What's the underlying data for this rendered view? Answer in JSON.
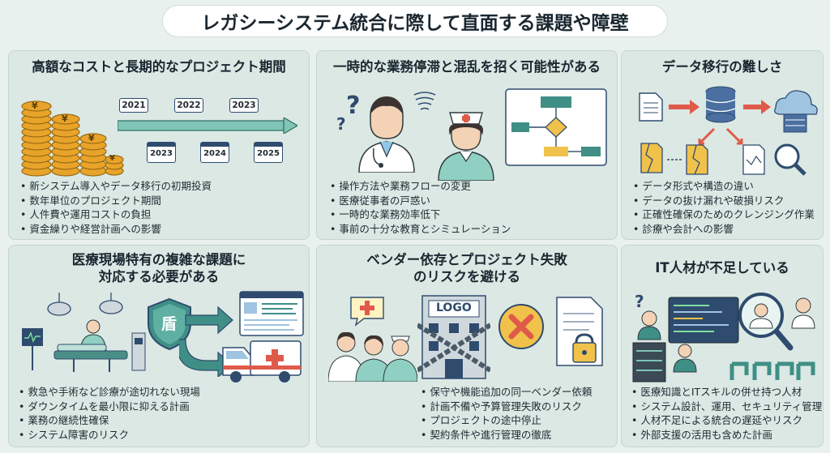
{
  "title": "レガシーシステム統合に際して直面する課題や障壁",
  "cards": {
    "cost": {
      "title": "高額なコストと長期的なプロジェクト期間",
      "timeline_top": [
        "2021",
        "2022",
        "2023"
      ],
      "timeline_bottom": [
        "2023",
        "2024",
        "2025"
      ],
      "coin_symbol": "¥",
      "bullets": [
        "新システム導入やデータ移行の初期投資",
        "数年単位のプロジェクト期間",
        "人件費や運用コストの負担",
        "資金繰りや経営計画への影響"
      ]
    },
    "disruption": {
      "title": "一時的な業務停滞と混乱を招く可能性がある",
      "question": "?",
      "bullets": [
        "操作方法や業務フローの変更",
        "医療従事者の戸惑い",
        "一時的な業務効率低下",
        "事前の十分な教育とシミュレーション"
      ]
    },
    "migration": {
      "title": "データ移行の難しさ",
      "bullets": [
        "データ形式や構造の違い",
        "データの抜け漏れや破損リスク",
        "正確性確保のためのクレンジング作業",
        "診療や会計への影響"
      ]
    },
    "medical": {
      "title_lines": [
        "医療現場特有の複雑な課題に",
        "対応する必要がある"
      ],
      "shield_label": "盾",
      "bullets": [
        "救急や手術など診療が途切れない現場",
        "ダウンタイムを最小限に抑える計画",
        "業務の継続性確保",
        "システム障害のリスク"
      ]
    },
    "vendor": {
      "title_lines": [
        "ベンダー依存とプロジェクト失敗",
        "のリスクを避ける"
      ],
      "logo_text": "LOGO",
      "bullets": [
        "保守や機能追加の同一ベンダー依頼",
        "計画不備や予算管理失敗のリスク",
        "プロジェクトの途中停止",
        "契約条件や進行管理の徹底"
      ]
    },
    "it": {
      "title": "IT人材が不足している",
      "bullets": [
        "医療知識とITスキルの併せ持つ人材",
        "システム設計、運用、セキュリティ管理",
        "人材不足による統合の遅延やリスク",
        "外部支援の活用も含めた計画"
      ]
    }
  },
  "colors": {
    "card_bg": "#dbe8e4",
    "teal": "#3f8f86",
    "coin": "#e8a42a",
    "red": "#e05a4a",
    "navy": "#2f4b6e"
  }
}
